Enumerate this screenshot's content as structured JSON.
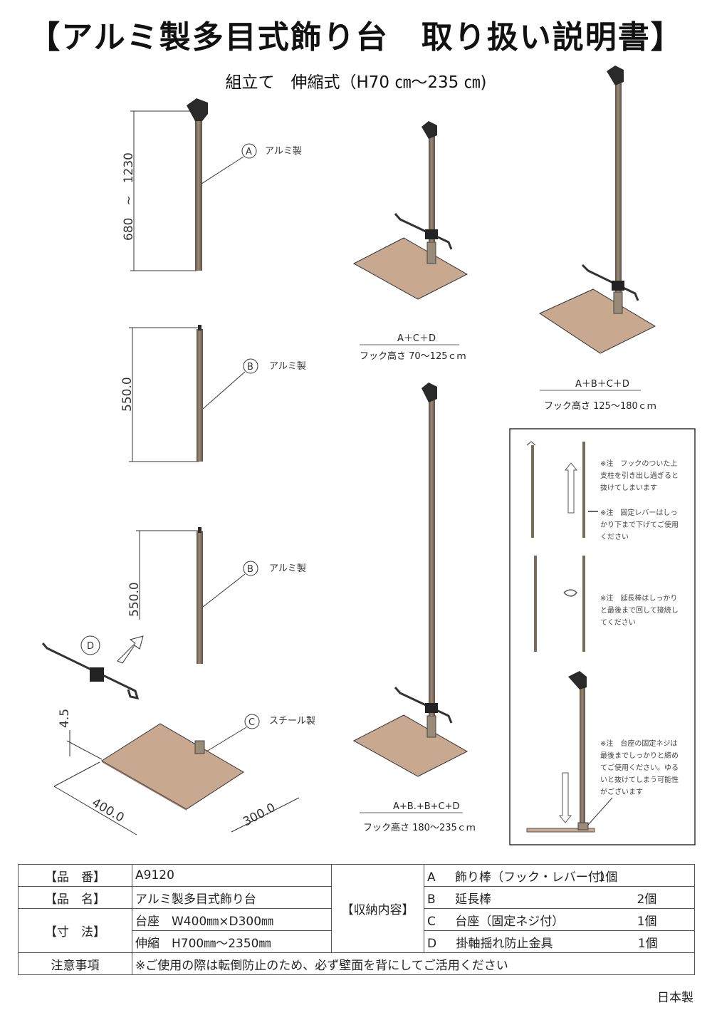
{
  "title": "【アルミ製多目式飾り台　取り扱い説明書】",
  "subtitle": "組立て　伸縮式（H70 ㎝〜235 ㎝)",
  "parts": [
    {
      "letter": "A",
      "material": "アルミ製"
    },
    {
      "letter": "B",
      "material": "アルミ製"
    },
    {
      "letter": "B",
      "material": "アルミ製"
    },
    {
      "letter": "C",
      "material": "スチール製"
    },
    {
      "letter": "D"
    }
  ],
  "dimensions": {
    "partA": "680　~　1230",
    "partB1": "550.0",
    "partB2": "550.0",
    "baseHeight": "4.5",
    "baseWidth": "400.0",
    "baseDepth": "300.0"
  },
  "assemblies": [
    {
      "formula": "A＋C＋D",
      "hook": "フック高さ 70～125ｃｍ"
    },
    {
      "formula": "A＋B＋C＋D",
      "hook": "フック高さ 125～180ｃｍ"
    },
    {
      "formula": "A+B.+B+C+D",
      "hook": "フック高さ 180～235ｃｍ"
    }
  ],
  "notes": [
    {
      "lines": [
        "※注　フックのついた上",
        "支柱を引き出し過ぎると",
        "抜けてしまいます"
      ]
    },
    {
      "lines": [
        "※注　固定レバーはしっ",
        "かり下まで下げてご使用",
        "ください"
      ]
    },
    {
      "lines": [
        "※注　延長棒はしっかり",
        "と最後まで回して接続し",
        "てください"
      ]
    },
    {
      "lines": [
        "※注　台座の固定ネジは",
        "最後までしっかりと締め",
        "てご使用ください。ゆる",
        "いと抜けてしまう可能性",
        "がございます"
      ]
    }
  ],
  "spec": {
    "rows": [
      {
        "label": "【品　番】",
        "value": "A9120"
      },
      {
        "label": "【品　名】",
        "value": "アルミ製多目式飾り台"
      },
      {
        "label": "【寸　法】",
        "value": "台座　W400㎜×D300㎜",
        "value2": "伸縮　H700㎜〜2350㎜"
      },
      {
        "label": "注意事項",
        "value": "※ご使用の際は転倒防止のため、必ず壁面を背にしてご活用ください"
      }
    ],
    "contents_label": "【収納内容】",
    "contents": [
      {
        "letter": "A",
        "name": "飾り棒（フック・レバー付）",
        "qty": "1個"
      },
      {
        "letter": "B",
        "name": "延長棒",
        "qty": "2個"
      },
      {
        "letter": "C",
        "name": "台座（固定ネジ付）",
        "qty": "1個"
      },
      {
        "letter": "D",
        "name": "掛軸揺れ防止金具",
        "qty": "1個"
      }
    ]
  },
  "origin": "日本製",
  "colors": {
    "pole": "#7a6a5a",
    "base": "#c8a88e",
    "line": "#333333"
  }
}
